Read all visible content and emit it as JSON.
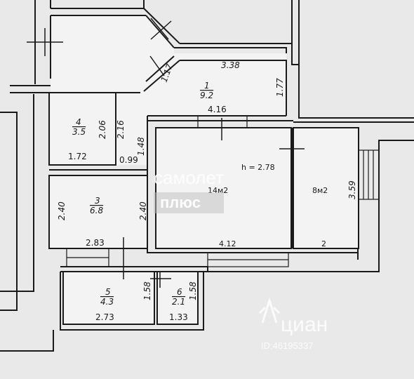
{
  "rooms": [
    {
      "number": "1",
      "area": "9.2"
    },
    {
      "number": "4",
      "area": "3.5"
    },
    {
      "number": "3",
      "area": "6.8"
    },
    {
      "number": "5",
      "area": "4.3"
    },
    {
      "number": "6",
      "area": "2.1"
    }
  ],
  "room_area_labels": {
    "big_room": "14м2",
    "right_room": "8м2"
  },
  "ceiling_height": "h = 2.78",
  "dimensions": {
    "d338": "3.38",
    "d177": "1.77",
    "d117": "1.17",
    "d416": "4.16",
    "d206": "2.06",
    "d216": "2.16",
    "d148": "1.48",
    "d172": "1.72",
    "d099": "0.99",
    "d240a": "2.40",
    "d240b": "2.40",
    "d283": "2.83",
    "d359": "3.59",
    "d412": "4.12",
    "d2": "2",
    "d158a": "1.58",
    "d158b": "1.58",
    "d273": "2.73",
    "d133": "1.33"
  },
  "watermarks": {
    "samolet_line1": "самолет",
    "samolet_line2": "плюс",
    "cian_brand": "циан",
    "cian_id": "ID:46195337"
  },
  "colors": {
    "background": "#e9e9e9",
    "room_fill": "#f3f3f3",
    "wall": "#1a1a1a"
  }
}
